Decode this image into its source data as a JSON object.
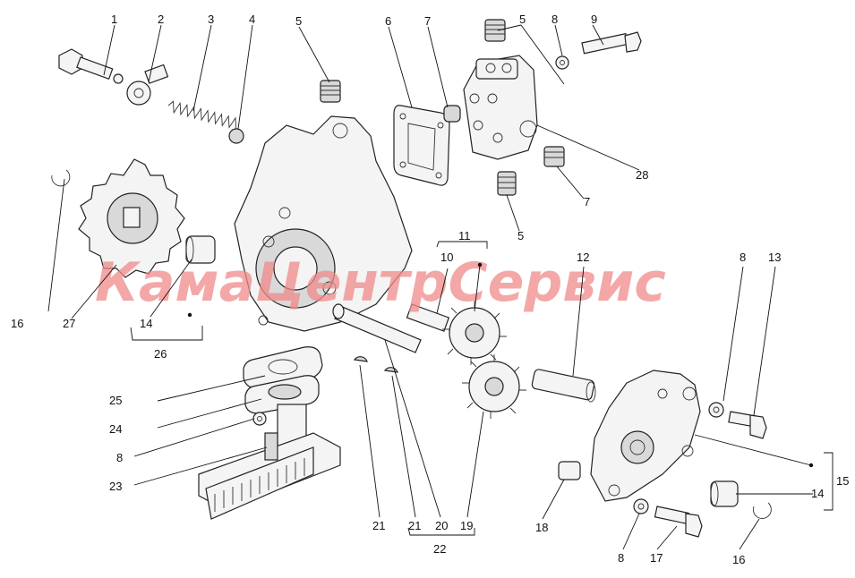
{
  "watermark": "КамаЦентрСервис",
  "callouts": {
    "c1": "1",
    "c2": "2",
    "c3": "3",
    "c4": "4",
    "c5a": "5",
    "c5b": "5",
    "c5c": "5",
    "c6": "6",
    "c7a": "7",
    "c7b": "7",
    "c8a": "8",
    "c8b": "8",
    "c8c": "8",
    "c8d": "8",
    "c9": "9",
    "c10": "10",
    "c11": "11",
    "c12": "12",
    "c13": "13",
    "c14a": "14",
    "c14b": "14",
    "c15": "15",
    "c16a": "16",
    "c16b": "16",
    "c17": "17",
    "c18": "18",
    "c19": "19",
    "c20": "20",
    "c21a": "21",
    "c21b": "21",
    "c22": "22",
    "c23": "23",
    "c24": "24",
    "c25": "25",
    "c26": "26",
    "c27": "27",
    "c28": "28"
  }
}
